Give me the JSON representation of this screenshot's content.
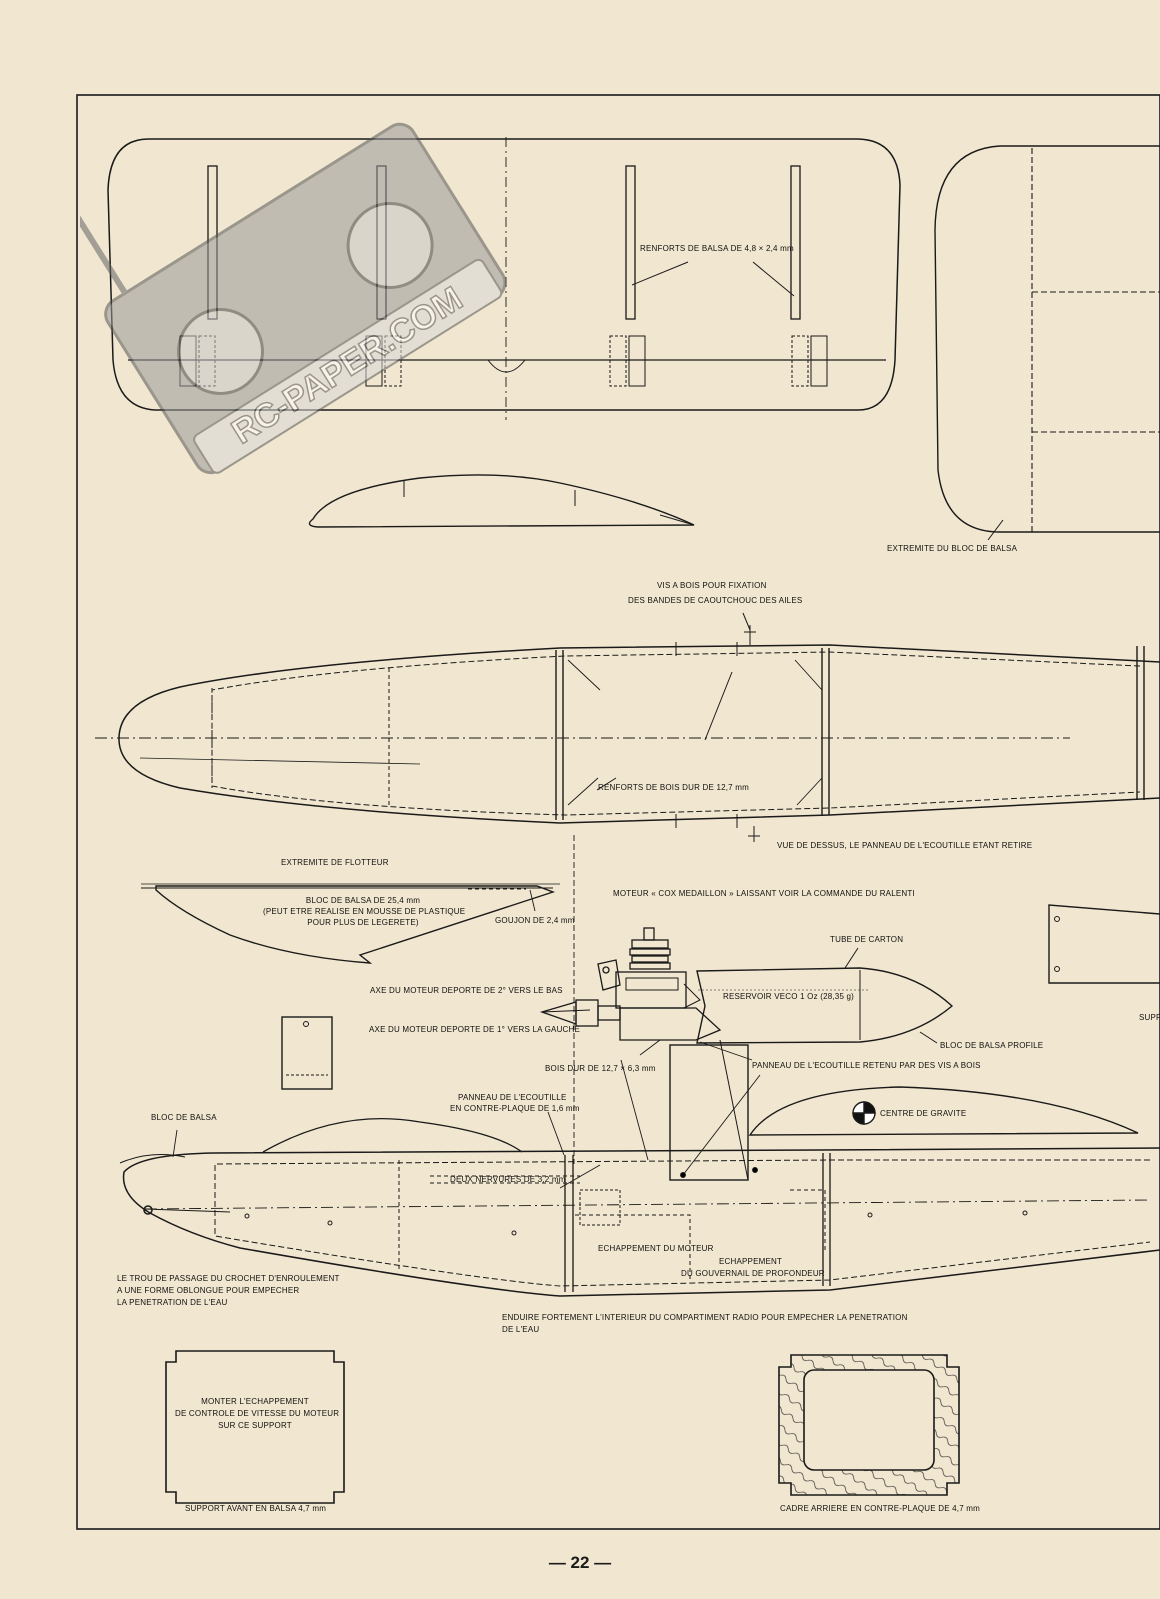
{
  "watermark": {
    "text": "RC-PAPER.COM"
  },
  "wing": {
    "reinforcement_label": "RENFORTS DE BALSA DE 4,8 × 2,4 mm",
    "block_end_label": "EXTREMITE DU BLOC DE BALSA"
  },
  "fuselage_top": {
    "screw_label_line1": "VIS A BOIS POUR FIXATION",
    "screw_label_line2": "DES BANDES DE CAOUTCHOUC DES AILES",
    "hardwood_label": "RENFORTS DE BOIS DUR DE 12,7 mm",
    "view_label": "VUE DE DESSUS, LE PANNEAU DE L'ECOUTILLE ETANT RETIRE"
  },
  "float": {
    "title": "EXTREMITE DE FLOTTEUR",
    "block_line1": "BLOC DE BALSA DE 25,4 mm",
    "block_line2": "(PEUT ETRE REALISE EN MOUSSE DE PLASTIQUE",
    "block_line3": "POUR PLUS DE LEGERETE)",
    "dowel_label": "GOUJON DE 2,4 mm"
  },
  "engine": {
    "motor_label": "MOTEUR « COX MEDAILLON » LAISSANT VOIR LA COMMANDE DU RALENTI",
    "tube_label": "TUBE DE CARTON",
    "tank_label": "RESERVOIR VECO 1 Oz (28,35 g)",
    "axis_down": "AXE DU MOTEUR DEPORTE DE 2° VERS LE BAS",
    "axis_left": "AXE DU MOTEUR DEPORTE DE 1° VERS LA GAUCHE",
    "profiled_block": "BLOC DE BALSA PROFILE",
    "hardwood_label": "BOIS DUR DE 12,7 × 6,3 mm",
    "hatch_screws": "PANNEAU DE L'ECOUTILLE RETENU PAR DES VIS A BOIS",
    "support_partial": "SUPP"
  },
  "side_view": {
    "hatch_line1": "PANNEAU DE L'ECOUTILLE",
    "hatch_line2": "EN CONTRE-PLAQUE DE 1,6 mm",
    "gravity_center": "CENTRE DE GRAVITE",
    "balsa_block": "BLOC DE BALSA",
    "two_ribs": "DEUX NERVURES DE 3,2 mm",
    "engine_exhaust": "ECHAPPEMENT DU MOTEUR",
    "elevator_exhaust_line1": "ECHAPPEMENT",
    "elevator_exhaust_line2": "DU GOUVERNAIL DE PROFONDEUR",
    "hole_line1": "LE TROU DE PASSAGE DU CROCHET D'ENROULEMENT",
    "hole_line2": "A UNE FORME OBLONGUE POUR EMPECHER",
    "hole_line3": "LA PENETRATION DE L'EAU",
    "coat_line1": "ENDUIRE FORTEMENT L'INTERIEUR DU COMPARTIMENT RADIO POUR EMPECHER LA PENETRATION",
    "coat_line2": "DE L'EAU"
  },
  "front_support": {
    "line1": "MONTER L'ECHAPPEMENT",
    "line2": "DE CONTROLE DE VITESSE DU MOTEUR",
    "line3": "SUR CE SUPPORT",
    "caption": "SUPPORT AVANT EN BALSA 4,7 mm"
  },
  "rear_frame": {
    "caption": "CADRE ARRIERE EN CONTRE-PLAQUE DE 4,7 mm"
  },
  "page_number": "— 22 —"
}
